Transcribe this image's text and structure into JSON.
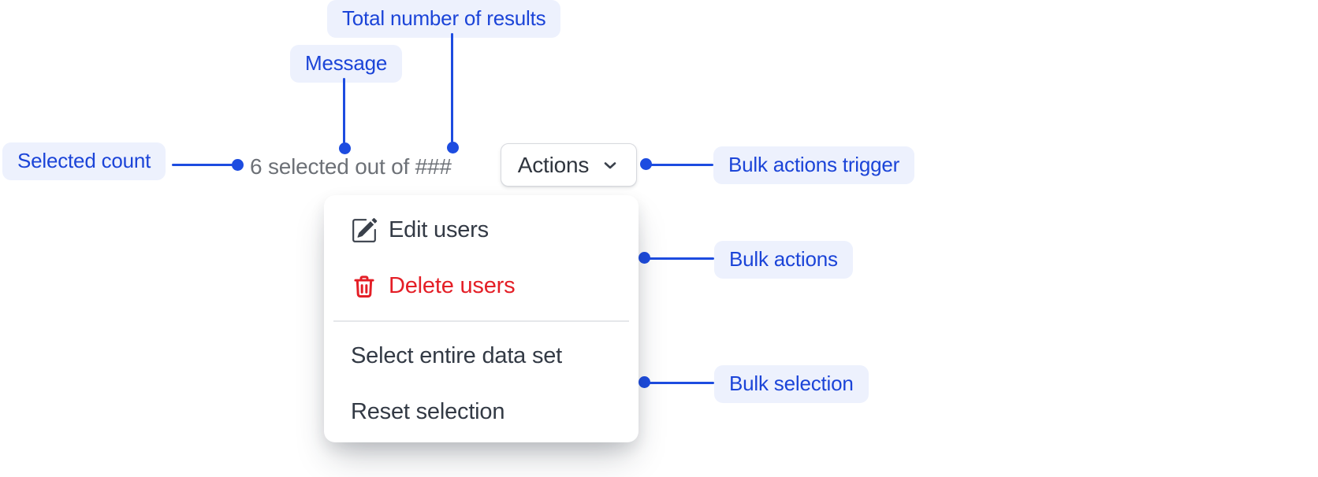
{
  "component": {
    "selection_message": "6 selected out of ###",
    "selected_count": "6",
    "total_placeholder": "###",
    "actions_button_label": "Actions",
    "menu": {
      "items": [
        {
          "label": "Edit users",
          "icon": "pencil-square-icon",
          "variant": "default"
        },
        {
          "label": "Delete users",
          "icon": "trash-icon",
          "variant": "danger"
        },
        {
          "label": "Select entire data set",
          "icon": null,
          "variant": "default"
        },
        {
          "label": "Reset selection",
          "icon": null,
          "variant": "default"
        }
      ]
    }
  },
  "callouts": {
    "total_results": {
      "label": "Total number of results"
    },
    "message": {
      "label": "Message"
    },
    "selected_count": {
      "label": "Selected count"
    },
    "bulk_trigger": {
      "label": "Bulk actions trigger"
    },
    "bulk_actions": {
      "label": "Bulk actions"
    },
    "bulk_selection": {
      "label": "Bulk selection"
    }
  },
  "colors": {
    "callout_text": "#1b44d8",
    "callout_background": "#edf1fd",
    "connector_blue": "#1d4ce0",
    "message_gray": "#6d7177",
    "menu_text": "#333a45",
    "danger_red": "#e41e26",
    "button_border": "#d7d9de",
    "background": "#ffffff"
  }
}
